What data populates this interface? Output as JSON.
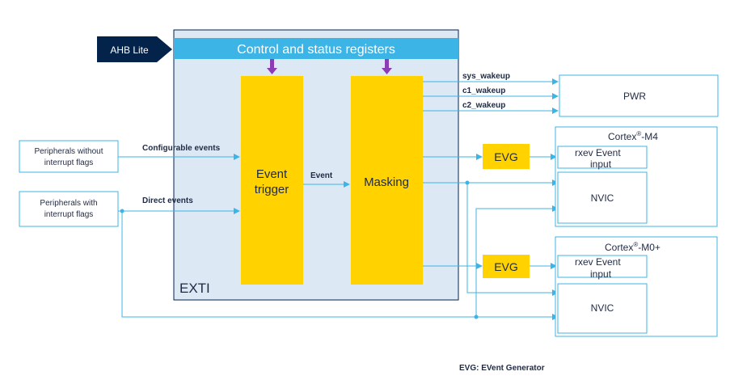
{
  "ahb": {
    "label": "AHB Lite"
  },
  "registers": {
    "label": "Control and status registers"
  },
  "exti": {
    "label": "EXTI"
  },
  "event_trigger": {
    "line1": "Event",
    "line2": "trigger"
  },
  "masking": {
    "label": "Masking"
  },
  "event_label": "Event",
  "wakeups": {
    "sys": "sys_wakeup",
    "c1": "c1_wakeup",
    "c2": "c2_wakeup"
  },
  "pwr": {
    "label": "PWR"
  },
  "peripherals_without": {
    "line1": "Peripherals without",
    "line2": "interrupt flags"
  },
  "peripherals_with": {
    "line1": "Peripherals with",
    "line2": "interrupt flags"
  },
  "configurable_events": "Configurable events",
  "direct_events": "Direct events",
  "evg": {
    "label": "EVG"
  },
  "cortex_m4": {
    "prefix": "Cortex",
    "sup": "®",
    "suffix": "-M4"
  },
  "cortex_m0": {
    "prefix": "Cortex",
    "sup": "®",
    "suffix": "-M0+"
  },
  "rxev": {
    "line1": "rxev Event",
    "line2": "input"
  },
  "nvic": {
    "label": "NVIC"
  },
  "footnote": "EVG: EVent Generator",
  "colors": {
    "exti_fill": "#dce9f5",
    "register_bar": "#3cb4e6",
    "yellow_block": "#ffd200",
    "ahb_arrow": "#03234b",
    "down_arrow": "#8c3cb4",
    "line": "#3cb4e6"
  }
}
